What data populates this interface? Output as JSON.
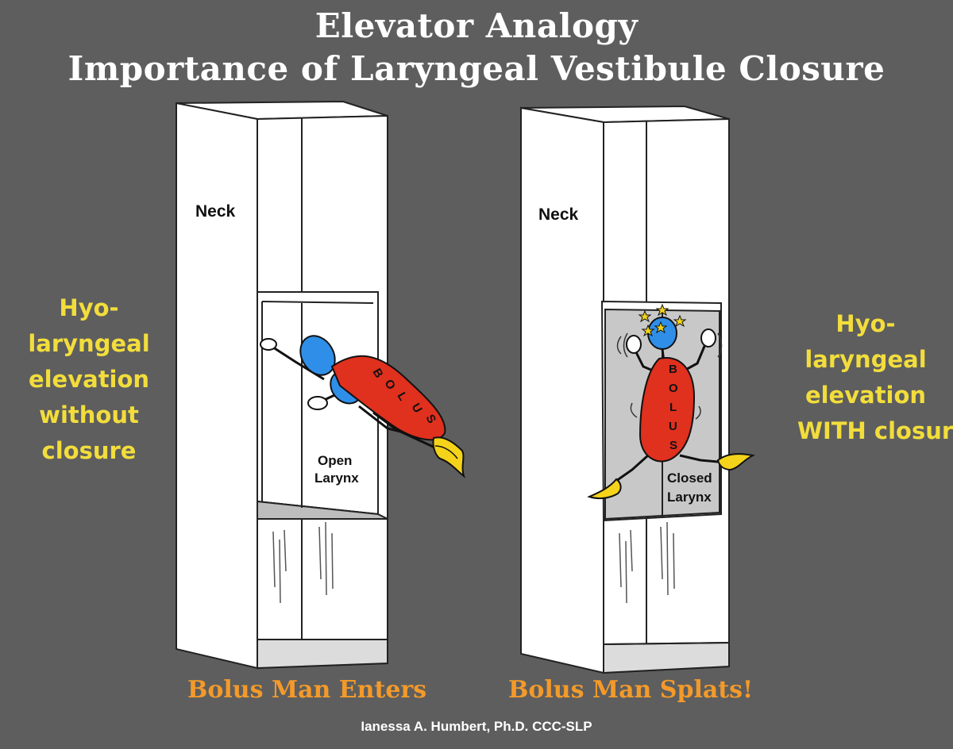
{
  "title": {
    "line1": "Elevator Analogy",
    "line2": "Importance of Laryngeal Vestibule Closure"
  },
  "left_panel": {
    "side_label": [
      "Hyo-",
      "laryngeal",
      "elevation",
      "without",
      "closure"
    ],
    "neck_label": "Neck",
    "larynx_label": [
      "Open",
      "Larynx"
    ],
    "bolus_letters": [
      "B",
      "O",
      "L",
      "U",
      "S"
    ],
    "caption": "Bolus Man Enters"
  },
  "right_panel": {
    "side_label": [
      "Hyo-",
      "laryngeal",
      "elevation",
      "WITH closure"
    ],
    "neck_label": "Neck",
    "larynx_label": [
      "Closed",
      "Larynx"
    ],
    "bolus_letters": [
      "B",
      "O",
      "L",
      "U",
      "S"
    ],
    "caption": "Bolus Man Splats!"
  },
  "credit": "Ianessa A. Humbert, Ph.D. CCC-SLP",
  "colors": {
    "background": "#5e5e5e",
    "side_label": "#f2dd3c",
    "caption": "#f39a2a",
    "bolus_body": "#e0301e",
    "bolus_head": "#2f8fe8",
    "bolus_feet": "#f4d31a",
    "closed_box": "#c8c8c8"
  }
}
